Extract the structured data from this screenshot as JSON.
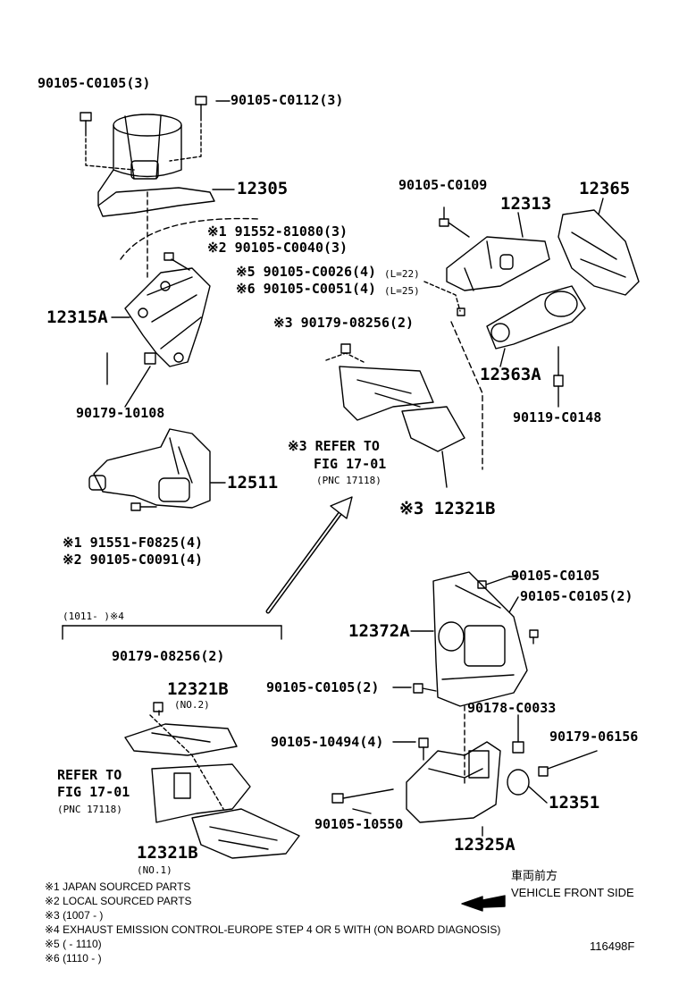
{
  "parts": {
    "p1": "90105-C0105(3)",
    "p2": "90105-C0112(3)",
    "p3": "12305",
    "p4": "90105-C0109",
    "p5": "12313",
    "p6": "12365",
    "p7": "※1 91552-81080(3)",
    "p8": "※2 90105-C0040(3)",
    "p9": "※5 90105-C0026(4)",
    "p9s": "(L=22)",
    "p10": "※6 90105-C0051(4)",
    "p10s": "(L=25)",
    "p11": "12315A",
    "p12": "※3 90179-08256(2)",
    "p13": "12363A",
    "p14": "90179-10108",
    "p15": "90119-C0148",
    "p16a": "※3 REFER TO",
    "p16b": "FIG 17-01",
    "p16c": "(PNC 17118)",
    "p17": "12511",
    "p18": "※3 12321B",
    "p19": "※1 91551-F0825(4)",
    "p20": "※2 90105-C0091(4)",
    "p21": "(1011-     )※4",
    "p22": "90105-C0105",
    "p23": "90105-C0105(2)",
    "p24": "12372A",
    "p25": "90179-08256(2)",
    "p26": "12321B",
    "p26s": "(NO.2)",
    "p27": "90105-C0105(2)",
    "p28": "90178-C0033",
    "p29": "90105-10494(4)",
    "p30": "90179-06156",
    "p31a": "REFER TO",
    "p31b": "FIG 17-01",
    "p31c": "(PNC 17118)",
    "p32": "12351",
    "p33": "90105-10550",
    "p34": "12325A",
    "p35": "12321B",
    "p35s": "(NO.1)"
  },
  "direction": {
    "jp": "車両前方",
    "en": "VEHICLE FRONT SIDE"
  },
  "notes": [
    "※1 JAPAN SOURCED PARTS",
    "※2 LOCAL SOURCED PARTS",
    "※3 (1007 -        )",
    "※4 EXHAUST EMISSION CONTROL-EUROPE STEP 4 OR 5 WITH (ON BOARD DIAGNOSIS)",
    "※5 (          - 1110)",
    "※6 (1110 -        )"
  ],
  "figure_id": "116498F"
}
